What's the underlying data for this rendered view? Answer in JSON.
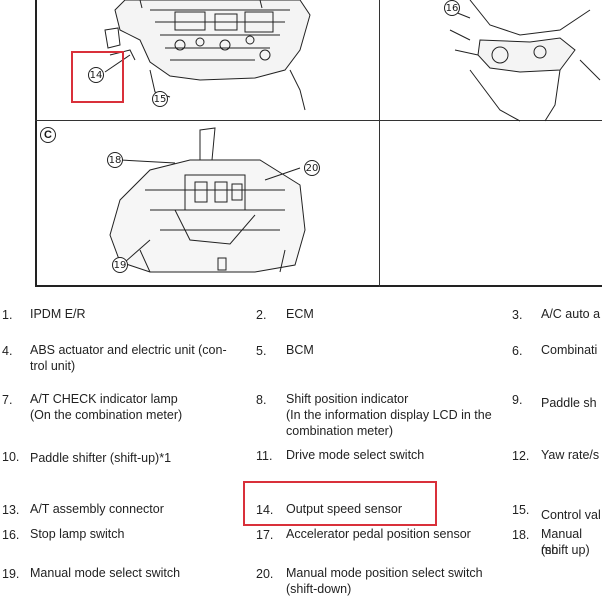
{
  "diagram": {
    "section_c_label": "C",
    "callouts": {
      "c14": "14",
      "c15": "15",
      "c16": "16",
      "c18": "18",
      "c19": "19",
      "c20": "20"
    }
  },
  "legend": [
    {
      "num": "1.",
      "text": "IPDM E/R"
    },
    {
      "num": "2.",
      "text": "ECM"
    },
    {
      "num": "3.",
      "text": "A/C auto a"
    },
    {
      "num": "4.",
      "text": "ABS actuator and electric unit (con-",
      "text2": "trol unit)"
    },
    {
      "num": "5.",
      "text": "BCM"
    },
    {
      "num": "6.",
      "text": "Combinati"
    },
    {
      "num": "7.",
      "text": "A/T CHECK indicator lamp",
      "text2": "(On the combination meter)"
    },
    {
      "num": "8.",
      "text": "Shift position indicator",
      "text2": "(In the information display LCD in the",
      "text3": "combination meter)"
    },
    {
      "num": "9.",
      "text": "Paddle sh"
    },
    {
      "num": "10.",
      "text": "Paddle shifter (shift-up)*1"
    },
    {
      "num": "11.",
      "text": "Drive mode select switch"
    },
    {
      "num": "12.",
      "text": "Yaw rate/s"
    },
    {
      "num": "13.",
      "text": "A/T assembly connector"
    },
    {
      "num": "14.",
      "text": "Output speed sensor"
    },
    {
      "num": "15.",
      "text": "Control val"
    },
    {
      "num": "16.",
      "text": "Stop lamp switch"
    },
    {
      "num": "17.",
      "text": "Accelerator pedal position sensor"
    },
    {
      "num": "18.",
      "text": "Manual mo",
      "text2": "(shift up)"
    },
    {
      "num": "19.",
      "text": "Manual mode select switch"
    },
    {
      "num": "20.",
      "text": "Manual mode position select switch",
      "text2": "(shift-down)"
    }
  ],
  "highlight_color": "#d9303a"
}
